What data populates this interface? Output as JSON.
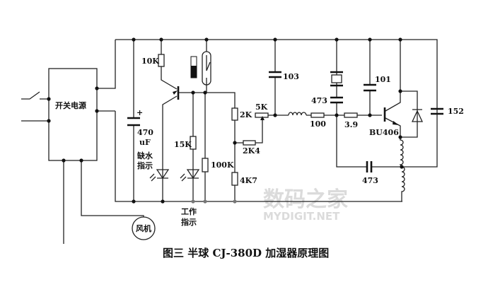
{
  "power_supply": {
    "label": "开关电源"
  },
  "fan": {
    "label": "风机"
  },
  "indicators": {
    "low_water": [
      "缺水",
      "指示"
    ],
    "working": [
      "工作",
      "指示"
    ]
  },
  "components": {
    "c_470": [
      "470",
      "uF"
    ],
    "c_plus": "+",
    "r_10k": "10K",
    "r_15k": "15K",
    "r_100k": "100K",
    "r_2k": "2K",
    "r_2k4": "2K4",
    "r_4k7": "4K7",
    "pot_5k": "5K",
    "c_103": "103",
    "r_100": "100",
    "c_473_top": "473",
    "r_3_9": "3.9",
    "c_101": "101",
    "q_bu406": "BU406",
    "c_152": "152",
    "c_473_bottom": "473"
  },
  "caption": "图三  半球 CJ-380D 加湿器原理图",
  "watermark": {
    "cn": "数码之家",
    "en": "MYDIGIT.NET"
  }
}
